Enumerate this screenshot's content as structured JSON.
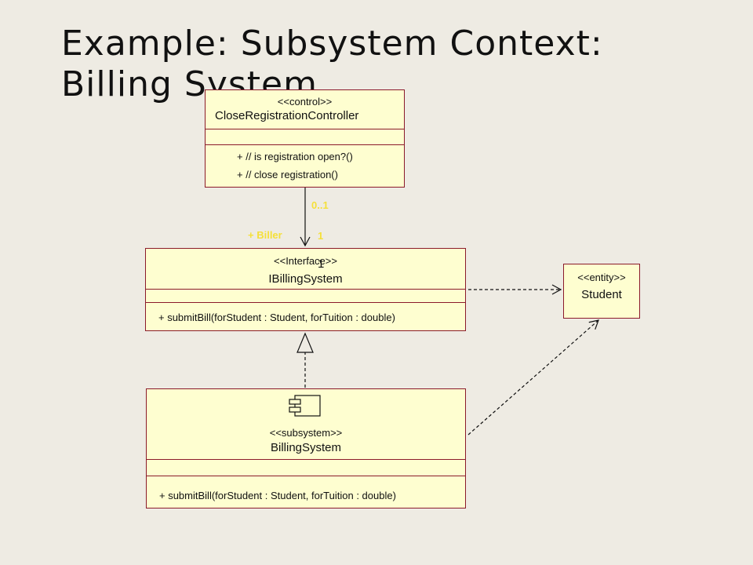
{
  "slide": {
    "title": "Example: Subsystem Context: Billing System"
  },
  "controller": {
    "stereotype": "<<control>>",
    "name": "CloseRegistrationController",
    "operations": [
      "+ // is registration open?()",
      "+ // close registration()"
    ]
  },
  "interface": {
    "stereotype": "<<Interface>>",
    "name": "IBillingSystem",
    "operations": [
      "+ submitBill(forStudent : Student, forTuition : double)"
    ]
  },
  "subsystem": {
    "stereotype": "<<subsystem>>",
    "name": "BillingSystem",
    "operations": [
      "+ submitBill(forStudent : Student, forTuition : double)"
    ]
  },
  "entity": {
    "stereotype": "<<entity>>",
    "name": "Student"
  },
  "association": {
    "multiplicity_top": "0..1",
    "multiplicity_bottom": "1",
    "role": "+ Biller",
    "extra_mark": "1"
  },
  "colors": {
    "background": "#eeebe3",
    "box_fill": "#fefed0",
    "box_border": "#8b1a2a",
    "label_yellow": "#f5e03a"
  }
}
